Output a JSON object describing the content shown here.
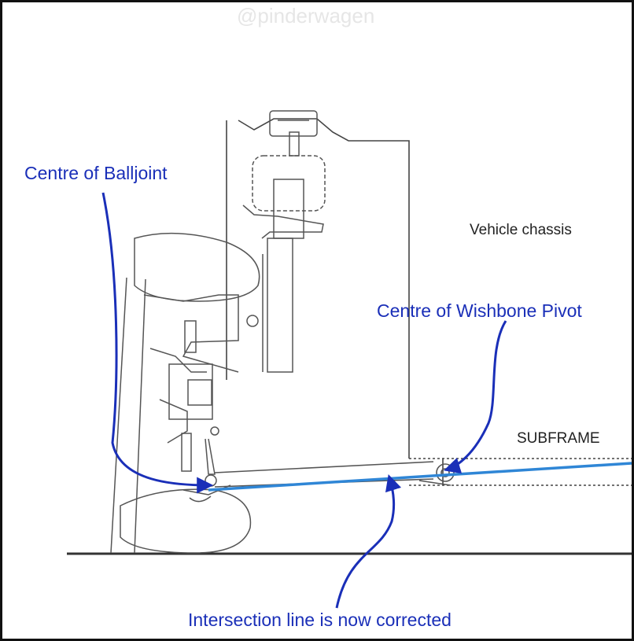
{
  "watermark": "@pinderwagen",
  "labels": {
    "balljoint": "Centre of Balljoint",
    "chassis": "Vehicle chassis",
    "pivot": "Centre of Wishbone Pivot",
    "subframe": "SUBFRAME",
    "intersection": "Intersection line is now corrected"
  },
  "colors": {
    "annotation": "#1a2fb8",
    "correction_line": "#2f86d6",
    "drawing": "#555555",
    "ground": "#333333",
    "frame": "#111111"
  }
}
